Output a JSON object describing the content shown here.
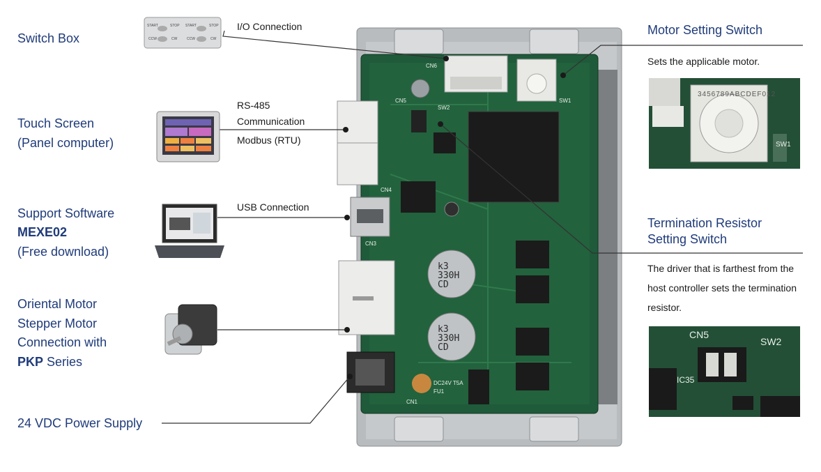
{
  "left_labels": {
    "switch_box": "Switch Box",
    "touch_screen_1": "Touch Screen",
    "touch_screen_2": "(Panel computer)",
    "support_1": "Support Software",
    "support_2": "MEXE02",
    "support_3": "(Free download)",
    "motor_1": "Oriental Motor",
    "motor_2": "Stepper Motor",
    "motor_3": "Connection with",
    "motor_4_bold": "PKP",
    "motor_4_rest": " Series",
    "power": "24 VDC Power Supply"
  },
  "connection_labels": {
    "io": "I/O Connection",
    "rs485_1": "RS-485",
    "rs485_2": "Communication",
    "rs485_3": "Modbus (RTU)",
    "usb": "USB Connection"
  },
  "switch_box_text": {
    "start": "START",
    "stop": "STOP",
    "ccw": "CCW",
    "cw": "CW"
  },
  "right_panel": {
    "motor_switch_title": "Motor Setting Switch",
    "motor_switch_desc": "Sets the applicable motor.",
    "termination_title_1": "Termination Resistor",
    "termination_title_2": "Setting Switch",
    "termination_desc_1": "The driver that is farthest from the",
    "termination_desc_2": "host controller sets the termination",
    "termination_desc_3": "resistor."
  },
  "board_markings": {
    "cn6": "CN6",
    "cn5": "CN5",
    "cn4": "CN4",
    "cn3": "CN3",
    "cn1": "CN1",
    "sw2": "SW2",
    "sw1": "SW1",
    "cap1_1": "k3",
    "cap1_2": "330H",
    "cap1_3": "CD",
    "cap2_1": "k3",
    "cap2_2": "330H",
    "cap2_3": "CD",
    "pwr": "DC24V  T5A",
    "fu": "FU1",
    "ic35": "IC35",
    "dial": "3456789ABCDEF012"
  },
  "colors": {
    "label_blue": "#1f3b7a",
    "pcb_green": "#1f5a3a",
    "chassis": "#b9bcbe"
  }
}
